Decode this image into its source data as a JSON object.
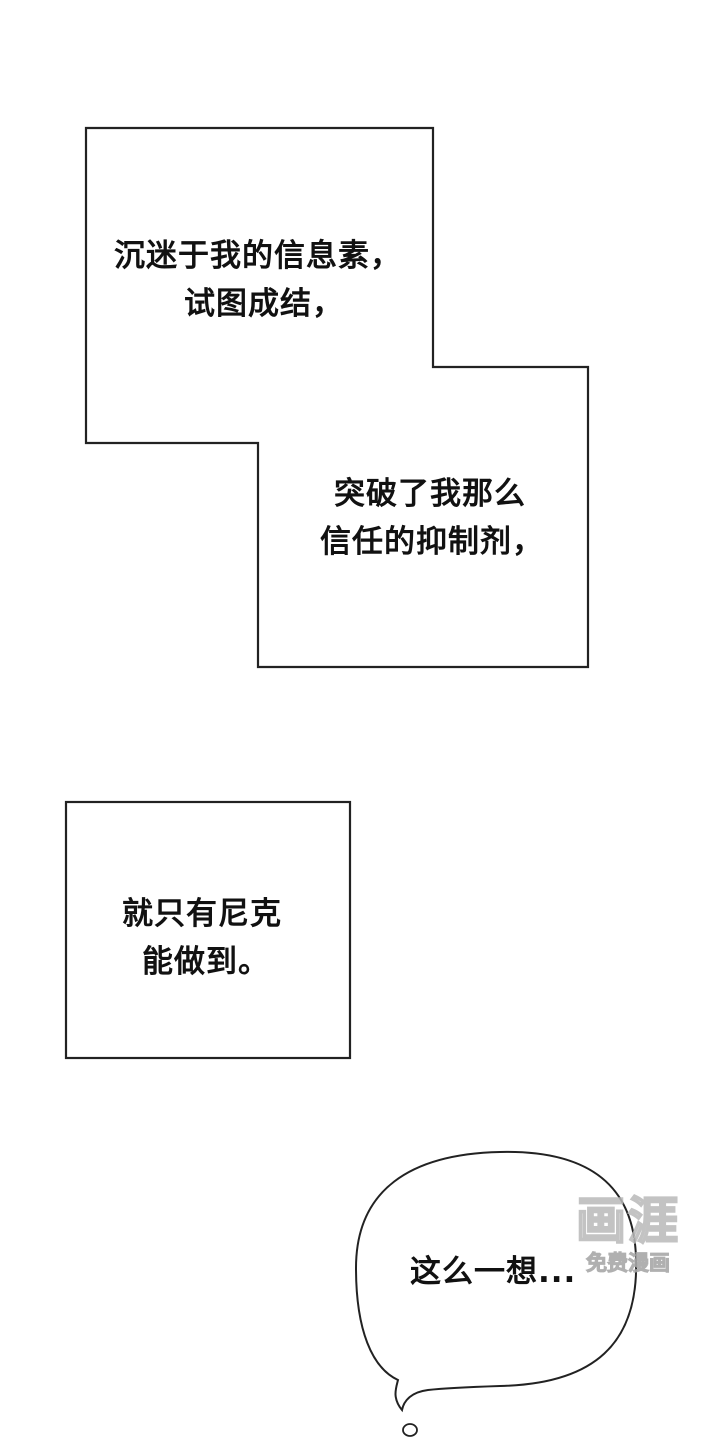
{
  "panels": {
    "caption_1": {
      "line_1": "沉迷于我的信息素，",
      "line_2": "试图成结，"
    },
    "caption_2": {
      "line_1": "突破了我那么",
      "line_2": "信任的抑制剂，"
    },
    "caption_3": {
      "line_1": "就只有尼克",
      "line_2": "能做到。"
    },
    "speech_bubble": {
      "text": "这么一想..."
    }
  },
  "watermark": {
    "logo": "画涯",
    "subtitle": "免费漫画"
  },
  "colors": {
    "background": "#ffffff",
    "ink": "#111111",
    "watermark_outline": "#b9b9b9"
  }
}
